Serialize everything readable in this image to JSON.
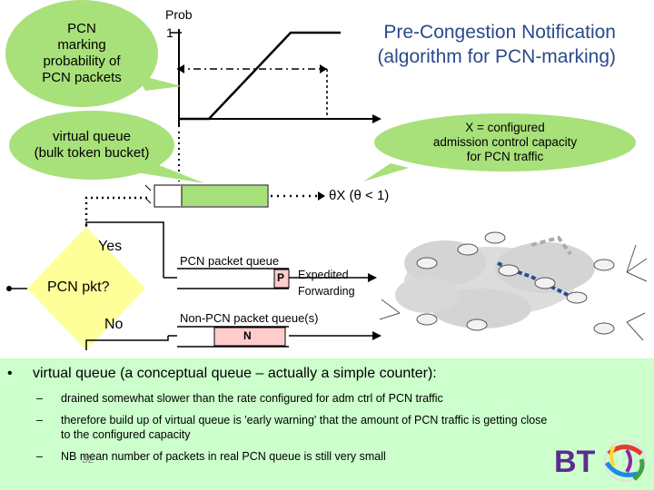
{
  "title": {
    "line1": "Pre-Congestion Notification",
    "line2": "(algorithm for PCN-marking)"
  },
  "bubbles": {
    "marking_prob": [
      "PCN",
      "marking",
      "probability of",
      "PCN packets"
    ],
    "virtual_queue": [
      "virtual queue",
      "(bulk token bucket)"
    ],
    "capacity": [
      "X = configured",
      "admission control capacity",
      "for PCN traffic"
    ]
  },
  "graph": {
    "y_axis_label": "Prob",
    "y_tick": "1"
  },
  "virtual_queue_rate": "θX   (θ < 1)",
  "decision": {
    "label": "PCN pkt?",
    "yes": "Yes",
    "no": "No"
  },
  "queues": {
    "pcn_queue_label": "PCN packet queue",
    "pcn_packet": "P",
    "expedited": [
      "Expedited",
      "Forwarding"
    ],
    "non_pcn_label": "Non-PCN packet queue(s)",
    "non_pcn_packet": "N"
  },
  "bullets": {
    "marker": "•",
    "main": "virtual queue (a conceptual queue – actually a simple counter):",
    "sub": [
      "drained somewhat slower than the rate configured for adm ctrl of PCN traffic",
      "therefore build up of virtual queue is 'early warning' that the amount of PCN traffic is getting close to the configured capacity",
      "NB mean number of packets in real PCN queue is still very small"
    ],
    "dash": "–"
  },
  "page_number": "32",
  "logo_text": "BT",
  "colors": {
    "bubble_green": "#a8e07a",
    "decision_yellow": "#ffff99",
    "bullet_bg": "#ccffcc",
    "title_blue": "#2a4a8a",
    "bt_purple": "#5b2c8e"
  }
}
